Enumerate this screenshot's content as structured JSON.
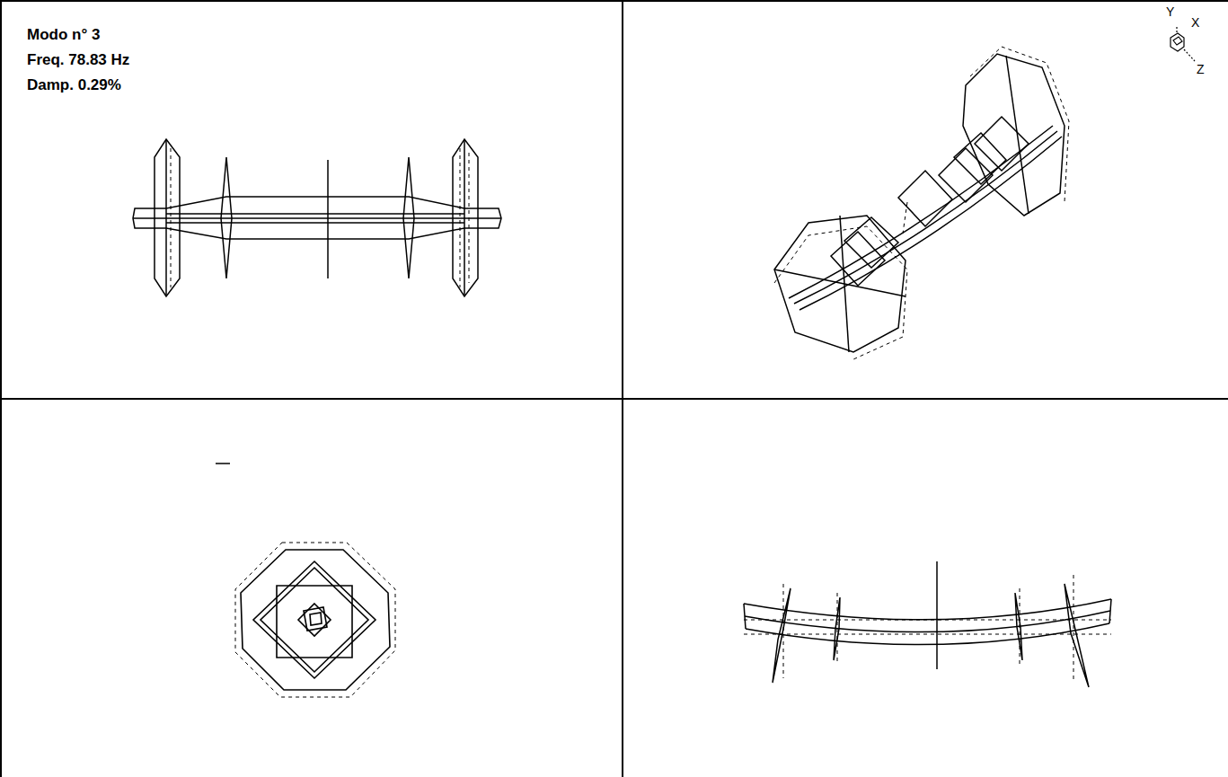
{
  "diagram": {
    "labels": [
      "Modo n° 3",
      "Freq. 78.83 Hz",
      "Damp. 0.29%",
      "Y",
      "X",
      "Z"
    ]
  }
}
